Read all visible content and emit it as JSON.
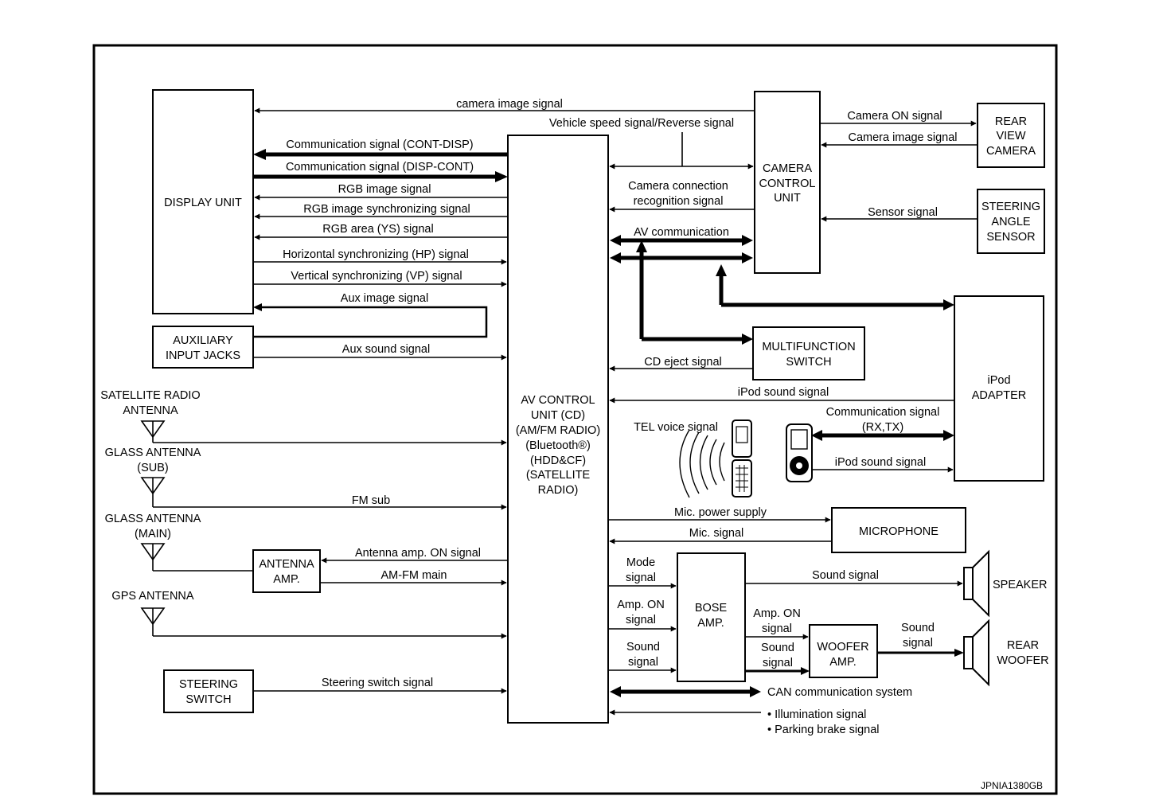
{
  "boxes": {
    "display_unit": [
      "DISPLAY UNIT"
    ],
    "auxiliary_input_jacks": [
      "AUXILIARY",
      "INPUT JACKS"
    ],
    "antenna_amp": [
      "ANTENNA",
      "AMP."
    ],
    "steering_switch": [
      "STEERING",
      "SWITCH"
    ],
    "av_control_unit": [
      "AV CONTROL",
      "UNIT (CD)",
      "(AM/FM RADIO)",
      "(Bluetooth®)",
      "(HDD&CF)",
      "(SATELLITE",
      "RADIO)"
    ],
    "camera_control_unit": [
      "CAMERA",
      "CONTROL",
      "UNIT"
    ],
    "rear_view_camera": [
      "REAR",
      "VIEW",
      "CAMERA"
    ],
    "steering_angle_sensor": [
      "STEERING",
      "ANGLE",
      "SENSOR"
    ],
    "multifunction_switch": [
      "MULTIFUNCTION",
      "SWITCH"
    ],
    "ipod_adapter": [
      "iPod",
      "ADAPTER"
    ],
    "microphone": [
      "MICROPHONE"
    ],
    "bose_amp": [
      "BOSE",
      "AMP."
    ],
    "woofer_amp": [
      "WOOFER",
      "AMP."
    ]
  },
  "antennas": {
    "satellite": [
      "SATELLITE RADIO",
      "ANTENNA"
    ],
    "glass_sub": [
      "GLASS ANTENNA",
      "(SUB)"
    ],
    "glass_main": [
      "GLASS ANTENNA",
      "(MAIN)"
    ],
    "gps": [
      "GPS ANTENNA"
    ]
  },
  "outputs": {
    "speaker": [
      "SPEAKER"
    ],
    "rear_woofer": [
      "REAR",
      "WOOFER"
    ]
  },
  "signals": {
    "camera_image": "camera image signal",
    "vehicle_speed_reverse": "Vehicle speed signal/Reverse signal",
    "comm_cont_disp": "Communication signal (CONT-DISP)",
    "comm_disp_cont": "Communication signal (DISP-CONT)",
    "rgb_image": "RGB image signal",
    "rgb_sync": "RGB image synchronizing signal",
    "rgb_area": "RGB area (YS) signal",
    "hp_signal": "Horizontal synchronizing (HP) signal",
    "vp_signal": "Vertical synchronizing (VP) signal",
    "aux_image": "Aux image signal",
    "aux_sound": "Aux sound signal",
    "fm_sub": "FM sub",
    "antenna_amp_on": "Antenna amp. ON signal",
    "am_fm_main": "AM-FM main",
    "steering_switch": "Steering switch signal",
    "camera_on": "Camera ON signal",
    "camera_image_cam": "Camera image signal",
    "camera_connection": [
      "Camera connection",
      "recognition signal"
    ],
    "sensor": "Sensor signal",
    "av_communication": "AV communication",
    "cd_eject": "CD eject signal",
    "ipod_sound": "iPod sound signal",
    "tel_voice": "TEL voice signal",
    "comm_rx_tx": [
      "Communication signal",
      "(RX,TX)"
    ],
    "ipod_sound_2": "iPod sound signal",
    "mic_power": "Mic. power supply",
    "mic_signal": "Mic. signal",
    "mode_signal": [
      "Mode",
      "signal"
    ],
    "amp_on_signal": [
      "Amp. ON",
      "signal"
    ],
    "sound_signal_in": [
      "Sound",
      "signal"
    ],
    "sound_signal_speaker": "Sound signal",
    "amp_on_signal_woofer": [
      "Amp. ON",
      "signal"
    ],
    "sound_signal_woofer_in": [
      "Sound",
      "signal"
    ],
    "sound_signal_woofer_out": [
      "Sound",
      "signal"
    ],
    "can_comm": "CAN communication system",
    "illumination": "• Illumination signal",
    "parking_brake": "• Parking brake signal"
  },
  "figure_code": "JPNIA1380GB"
}
